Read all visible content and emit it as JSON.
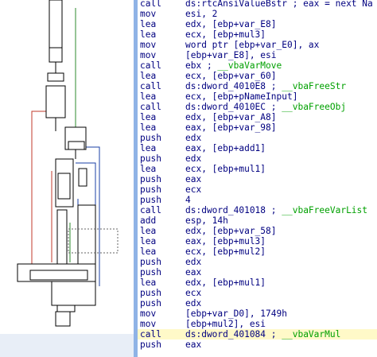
{
  "colors": {
    "accent": "#8fb3e6",
    "instruction": "#000080",
    "comment": "#00a000",
    "edge_red": "#c0392b",
    "edge_blue": "#1a3fa6",
    "edge_green": "#2e8b2e",
    "node_fill": "#ffffff",
    "node_border": "#000000"
  },
  "listing": [
    {
      "mnemonic": "call",
      "operands": "ds:rtcAnsiValueBstr ; eax = next Na",
      "comment": ""
    },
    {
      "mnemonic": "mov",
      "operands": "esi, 2",
      "comment": ""
    },
    {
      "mnemonic": "lea",
      "operands": "edx, [ebp+var_E8]",
      "comment": ""
    },
    {
      "mnemonic": "lea",
      "operands": "ecx, [ebp+mul3]",
      "comment": ""
    },
    {
      "mnemonic": "mov",
      "operands": "word ptr [ebp+var_E0], ax",
      "comment": ""
    },
    {
      "mnemonic": "mov",
      "operands": "[ebp+var_E8], esi",
      "comment": ""
    },
    {
      "mnemonic": "call",
      "operands": "ebx ; ",
      "comment": "__vbaVarMove"
    },
    {
      "mnemonic": "lea",
      "operands": "ecx, [ebp+var_60]",
      "comment": ""
    },
    {
      "mnemonic": "call",
      "operands": "ds:dword_4010E8 ; ",
      "comment": "__vbaFreeStr"
    },
    {
      "mnemonic": "lea",
      "operands": "ecx, [ebp+pNameInput]",
      "comment": ""
    },
    {
      "mnemonic": "call",
      "operands": "ds:dword_4010EC ; ",
      "comment": "__vbaFreeObj"
    },
    {
      "mnemonic": "lea",
      "operands": "edx, [ebp+var_A8]",
      "comment": ""
    },
    {
      "mnemonic": "lea",
      "operands": "eax, [ebp+var_98]",
      "comment": ""
    },
    {
      "mnemonic": "push",
      "operands": "edx",
      "comment": ""
    },
    {
      "mnemonic": "lea",
      "operands": "eax, [ebp+add1]",
      "comment": ""
    },
    {
      "mnemonic": "push",
      "operands": "edx",
      "comment": ""
    },
    {
      "mnemonic": "lea",
      "operands": "ecx, [ebp+mul1]",
      "comment": ""
    },
    {
      "mnemonic": "push",
      "operands": "eax",
      "comment": ""
    },
    {
      "mnemonic": "push",
      "operands": "ecx",
      "comment": ""
    },
    {
      "mnemonic": "push",
      "operands": "4",
      "comment": ""
    },
    {
      "mnemonic": "call",
      "operands": "ds:dword_401018 ; ",
      "comment": "__vbaFreeVarList"
    },
    {
      "mnemonic": "add",
      "operands": "esp, 14h",
      "comment": ""
    },
    {
      "mnemonic": "lea",
      "operands": "edx, [ebp+var_58]",
      "comment": ""
    },
    {
      "mnemonic": "lea",
      "operands": "eax, [ebp+mul3]",
      "comment": ""
    },
    {
      "mnemonic": "lea",
      "operands": "ecx, [ebp+mul2]",
      "comment": ""
    },
    {
      "mnemonic": "push",
      "operands": "edx",
      "comment": ""
    },
    {
      "mnemonic": "push",
      "operands": "eax",
      "comment": ""
    },
    {
      "mnemonic": "lea",
      "operands": "edx, [ebp+mul1]",
      "comment": ""
    },
    {
      "mnemonic": "push",
      "operands": "ecx",
      "comment": ""
    },
    {
      "mnemonic": "push",
      "operands": "edx",
      "comment": ""
    },
    {
      "mnemonic": "mov",
      "operands": "[ebp+var_D0], 1749h",
      "comment": ""
    },
    {
      "mnemonic": "mov",
      "operands": "[ebp+mul2], esi",
      "comment": ""
    },
    {
      "mnemonic": "call",
      "operands": "ds:dword_401084 ; ",
      "comment": "__vbaVarMul"
    },
    {
      "mnemonic": "push",
      "operands": "eax",
      "comment": ""
    }
  ]
}
